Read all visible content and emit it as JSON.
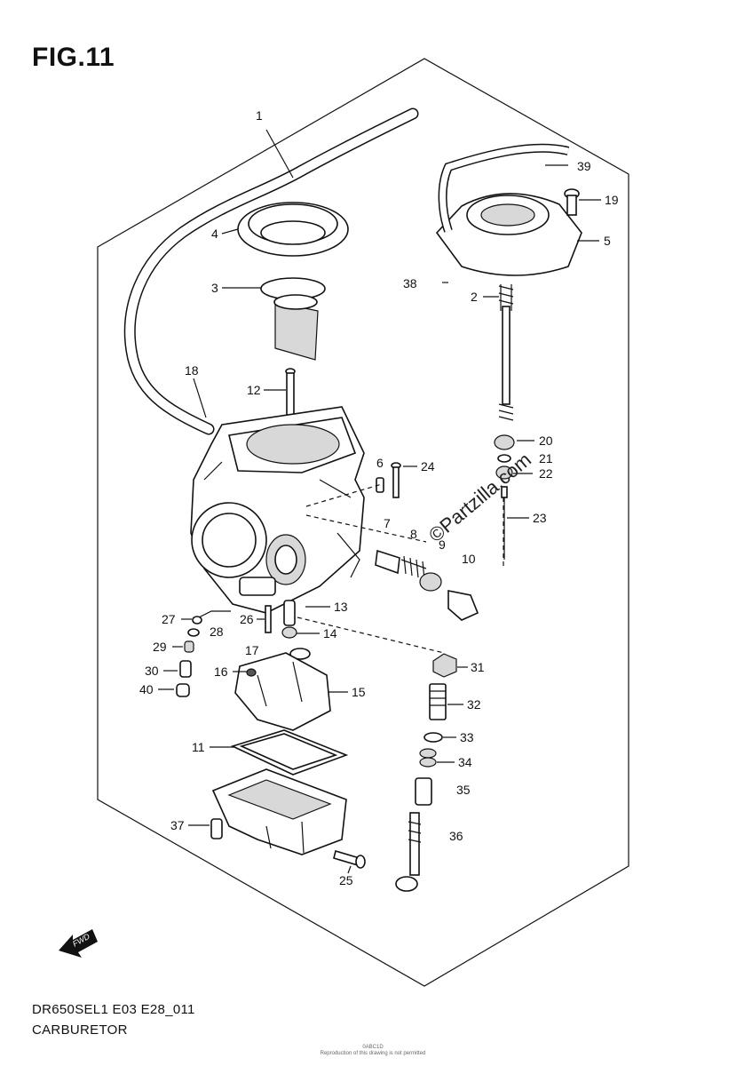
{
  "figure": {
    "title": "FIG.11",
    "model_code": "DR650SEL1 E03 E28_011",
    "caption": "CARBURETOR",
    "watermark": "©Partzilla.com",
    "fine_print": [
      "0ABC1D",
      "Reproduction of this drawing is not permitted"
    ],
    "fwd_label": "FWD"
  },
  "callouts": {
    "c1": "1",
    "c2": "2",
    "c3": "3",
    "c4": "4",
    "c5": "5",
    "c6": "6",
    "c7": "7",
    "c8": "8",
    "c9": "9",
    "c10": "10",
    "c11": "11",
    "c12": "12",
    "c13": "13",
    "c14": "14",
    "c15": "15",
    "c16": "16",
    "c17": "17",
    "c18": "18",
    "c19": "19",
    "c20": "20",
    "c21": "21",
    "c22": "22",
    "c23": "23",
    "c24": "24",
    "c25": "25",
    "c26": "26",
    "c27": "27",
    "c28": "28",
    "c29": "29",
    "c30": "30",
    "c31": "31",
    "c32": "32",
    "c33": "33",
    "c34": "34",
    "c35": "35",
    "c36": "36",
    "c37": "37",
    "c38": "38",
    "c39": "39",
    "c40": "40"
  }
}
